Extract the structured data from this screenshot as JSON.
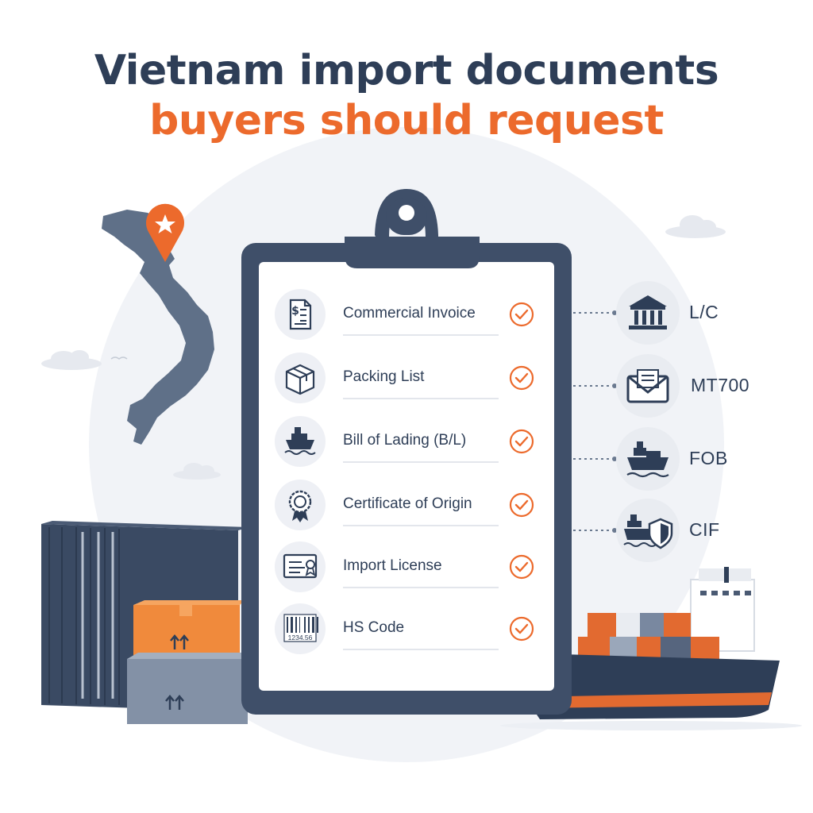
{
  "title": {
    "line1": "Vietnam import documents",
    "line2": "buyers should request"
  },
  "colors": {
    "navy": "#2e3e57",
    "orange": "#ec6a2c",
    "bg_circle": "#f1f3f7",
    "check": "#ec6a2c"
  },
  "documents": [
    {
      "label": "Commercial Invoice",
      "icon": "invoice-icon",
      "checked": true
    },
    {
      "label": "Packing List",
      "icon": "box-icon",
      "checked": true
    },
    {
      "label": "Bill of Lading (B/L)",
      "icon": "ship-icon",
      "checked": true
    },
    {
      "label": "Certificate of Origin",
      "icon": "certificate-icon",
      "checked": true
    },
    {
      "label": "Import License",
      "icon": "license-icon",
      "checked": true
    },
    {
      "label": "HS Code",
      "icon": "barcode-icon",
      "checked": true
    }
  ],
  "barcode_text": "1234.56",
  "terms": [
    {
      "label": "L/C",
      "icon": "bank-icon"
    },
    {
      "label": "MT700",
      "icon": "envelope-icon"
    },
    {
      "label": "FOB",
      "icon": "cargo-ship-icon"
    },
    {
      "label": "CIF",
      "icon": "ship-shield-icon"
    }
  ]
}
